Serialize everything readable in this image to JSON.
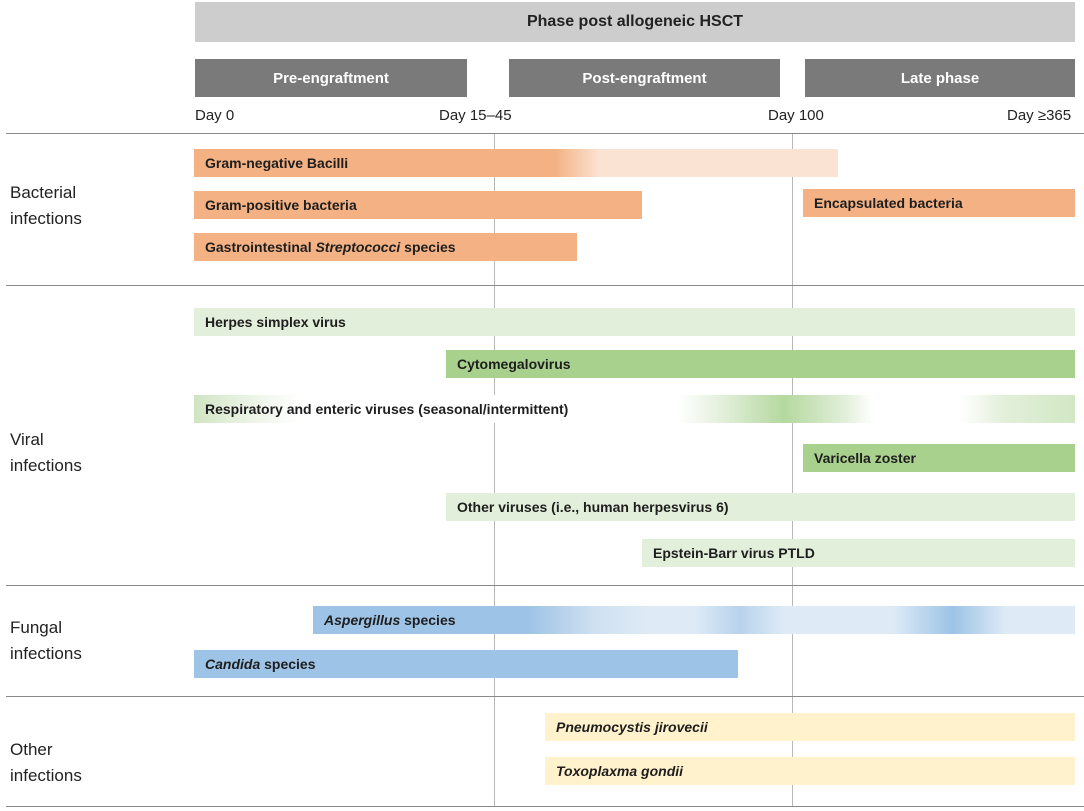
{
  "header": {
    "title": "Phase post allogeneic HSCT"
  },
  "phases": [
    {
      "label": "Pre-engraftment"
    },
    {
      "label": "Post-engraftment"
    },
    {
      "label": "Late phase"
    }
  ],
  "days": [
    "Day 0",
    "Day 15–45",
    "Day 100",
    "Day ≥365"
  ],
  "categories": {
    "bacterial": "Bacterial infections",
    "viral": "Viral infections",
    "fungal": "Fungal infections",
    "other": "Other infections"
  },
  "bacterial": {
    "gram_negative": "Gram-negative Bacilli",
    "gram_positive": "Gram-positive bacteria",
    "gi_prefix": "Gastrointestinal ",
    "gi_italic": "Streptococci",
    "gi_suffix": " species",
    "encapsulated": "Encapsulated bacteria"
  },
  "viral": {
    "hsv": "Herpes simplex virus",
    "cmv": "Cytomegalovirus",
    "respiratory": "Respiratory and enteric viruses (seasonal/intermittent)",
    "vzv": "Varicella zoster",
    "other": "Other viruses (i.e., human herpesvirus 6)",
    "ebv": "Epstein-Barr virus PTLD"
  },
  "fungal": {
    "aspergillus_italic": "Aspergillus",
    "aspergillus_suffix": " species",
    "candida_italic": "Candida",
    "candida_suffix": " species"
  },
  "other": {
    "pneumocystis": "Pneumocystis jirovecii",
    "toxoplasma": "Toxoplaxma gondii"
  },
  "colors": {
    "bacterial": "#f4b183",
    "bacterial_light": "#fbe3d3",
    "viral_light": "#e2efda",
    "viral_dark": "#a9d18e",
    "fungal": "#9dc3e6",
    "fungal_light": "#deebf7",
    "other": "#fff2cc",
    "phase_box": "#7a7a7a",
    "phase_header": "#cdcdcd"
  }
}
